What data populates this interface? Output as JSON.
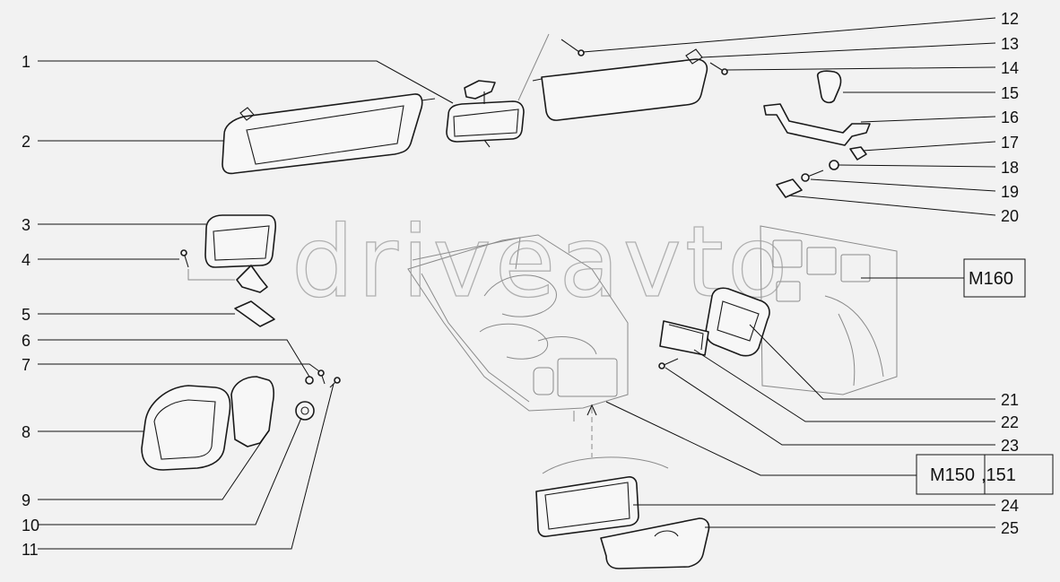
{
  "watermark": "driveavto",
  "callouts_left": [
    {
      "label": "1"
    },
    {
      "label": "2"
    },
    {
      "label": "3"
    },
    {
      "label": "4"
    },
    {
      "label": "5"
    },
    {
      "label": "6"
    },
    {
      "label": "7"
    },
    {
      "label": "8"
    },
    {
      "label": "9"
    },
    {
      "label": "10"
    },
    {
      "label": "11"
    }
  ],
  "callouts_right": [
    {
      "label": "12"
    },
    {
      "label": "13"
    },
    {
      "label": "14"
    },
    {
      "label": "15"
    },
    {
      "label": "16"
    },
    {
      "label": "17"
    },
    {
      "label": "18"
    },
    {
      "label": "19"
    },
    {
      "label": "20"
    },
    {
      "label": "21"
    },
    {
      "label": "22"
    },
    {
      "label": "23"
    },
    {
      "label": "24"
    },
    {
      "label": "25"
    }
  ],
  "ref_boxes": {
    "m160": "M160",
    "m150": "M150",
    "m151": ",151"
  }
}
